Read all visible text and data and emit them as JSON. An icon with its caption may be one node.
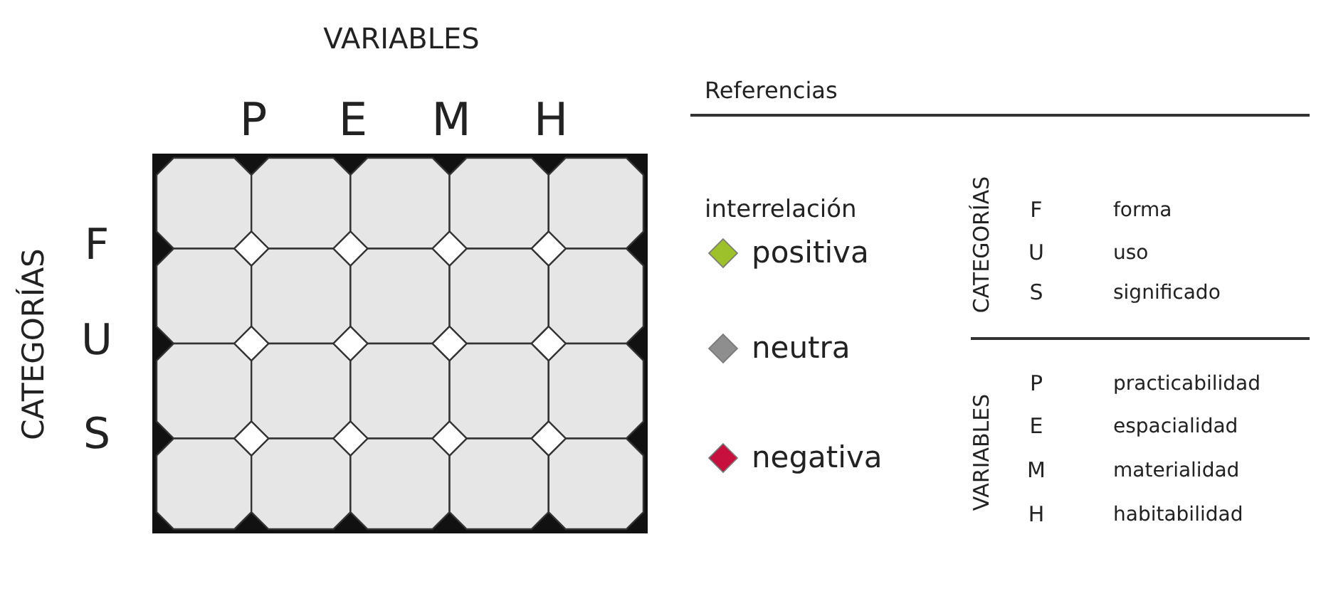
{
  "diagram": {
    "labels": [
      "VARIABLES",
      "P",
      "E",
      "M",
      "H",
      "Referencias",
      "interrelación",
      "CATEGORÍAS",
      "F",
      "U",
      "S",
      "CATEGORÍAS",
      "F",
      "forma",
      "U",
      "uso",
      "S",
      "significado",
      "VARIABLES",
      "P",
      "practicabilidad",
      "E",
      "espacialidad",
      "M",
      "materialidad",
      "H",
      "habitabilidad"
    ],
    "legend": [
      {
        "text": "positiva",
        "color": "#9dc12a"
      },
      {
        "text": "neutra",
        "color": "#8e8e8e"
      },
      {
        "text": "negativa",
        "color": "#c8103f"
      }
    ]
  }
}
